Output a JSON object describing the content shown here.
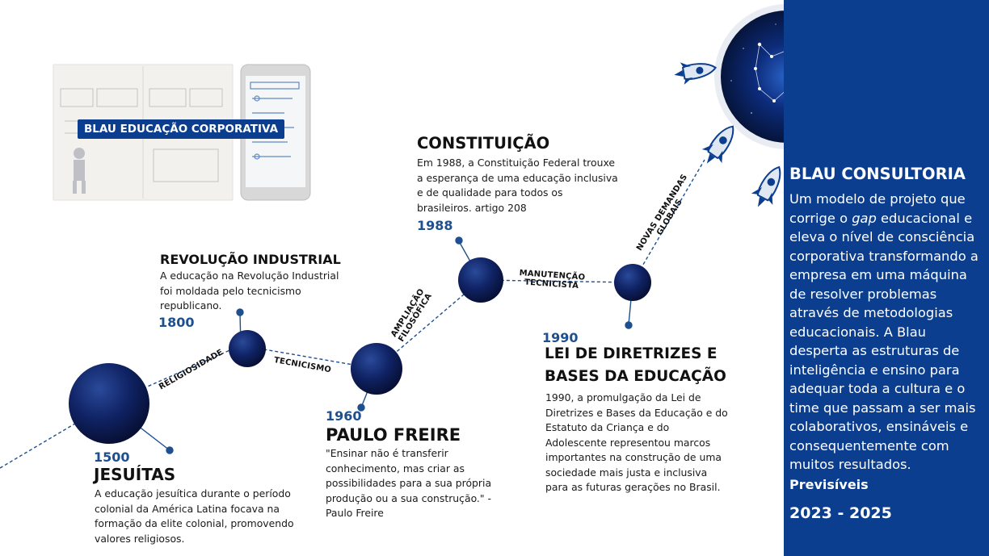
{
  "brand_label": "BLAU EDUCAÇÃO CORPORATIVA",
  "milestones": [
    {
      "year": "1500",
      "title": "JESUÍTAS",
      "text": "A educação jesuítica durante o período colonial da América Latina focava na formação da elite colonial, promovendo valores religiosos."
    },
    {
      "year": "1800",
      "title": "REVOLUÇÃO INDUSTRIAL",
      "text": "A educação na Revolução Industrial foi moldada pelo tecnicismo republicano."
    },
    {
      "year": "1960",
      "title": "PAULO FREIRE",
      "text": "\"Ensinar não é transferir conhecimento, mas criar as possibilidades para a sua própria produção ou a sua construção.\" - Paulo Freire"
    },
    {
      "year": "1988",
      "title": "CONSTITUIÇÃO",
      "text": "Em 1988, a Constituição Federal trouxe a esperança de uma educação inclusiva e de qualidade para todos os brasileiros. artigo 208"
    },
    {
      "year": "1990",
      "title_line1": "LEI DE DIRETRIZES E",
      "title_line2": "BASES DA EDUCAÇÃO",
      "text": "1990, a promulgação da Lei de Diretrizes e Bases da Educação e do Estatuto da Criança e do Adolescente representou marcos importantes na construção de uma sociedade mais justa e inclusiva para as futuras gerações no Brasil."
    }
  ],
  "connectors": {
    "religiosidade": "RELIGIOSIDADE",
    "tecnicismo": "TECNICISMO",
    "ampliacao_line1": "AMPLIAÇÃO",
    "ampliacao_line2": "FILOSÓFICA",
    "manutencao_line1": "MANUTENÇÃO",
    "manutencao_line2": "TECNICISTA",
    "novas_line1": "NOVAS DEMANDAS",
    "novas_line2": "GLOBAIS"
  },
  "panel": {
    "title": "BLAU CONSULTORIA",
    "description": "Um modelo de projeto que corrige o gap educacional e eleva o nível de consciência corporativa transformando a empresa em uma máquina de resolver problemas através de metodologias educacionais. A Blau desperta as estruturas de inteligência e ensino para adequar toda a cultura e o time que passam a ser mais colaborativos, ensináveis e consequentemente com muitos resultados.",
    "prevision_label": "Previsíveis",
    "years": "2023 - 2025"
  },
  "colors": {
    "accent": "#0b3e8e",
    "year": "#1e4f8f",
    "sphere": "#0d1f5c"
  },
  "icons": [
    "rocket-icon",
    "constellation-icon",
    "sketchbook-image",
    "phone-image"
  ]
}
